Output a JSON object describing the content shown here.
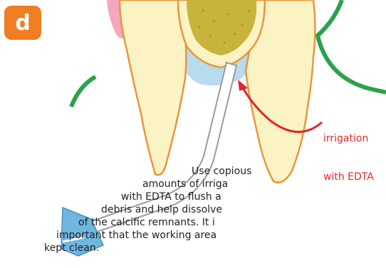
{
  "panel": {
    "badge_label": "d",
    "badge_color": "#ef7d22"
  },
  "callout": {
    "line1": "irrigation",
    "line2": "with EDTA",
    "color": "#e3262c"
  },
  "description": {
    "lines": [
      "Use copious",
      "amounts of irriga",
      "with EDTA to flush a",
      "debris and help dissolve",
      "of the calcific remnants. It i",
      "important that the working area",
      "kept clean."
    ]
  },
  "colors": {
    "gingiva_line": "#2aa24b",
    "tooth_fill": "#fbf3c4",
    "tooth_outline": "#e9963d",
    "pulp_fill": "#c8b43c",
    "irrigant": "#b7dcef",
    "pink_tissue": "#f4a7bd",
    "syringe_hub": "#6fb6e0",
    "needle": "#ffffff"
  }
}
